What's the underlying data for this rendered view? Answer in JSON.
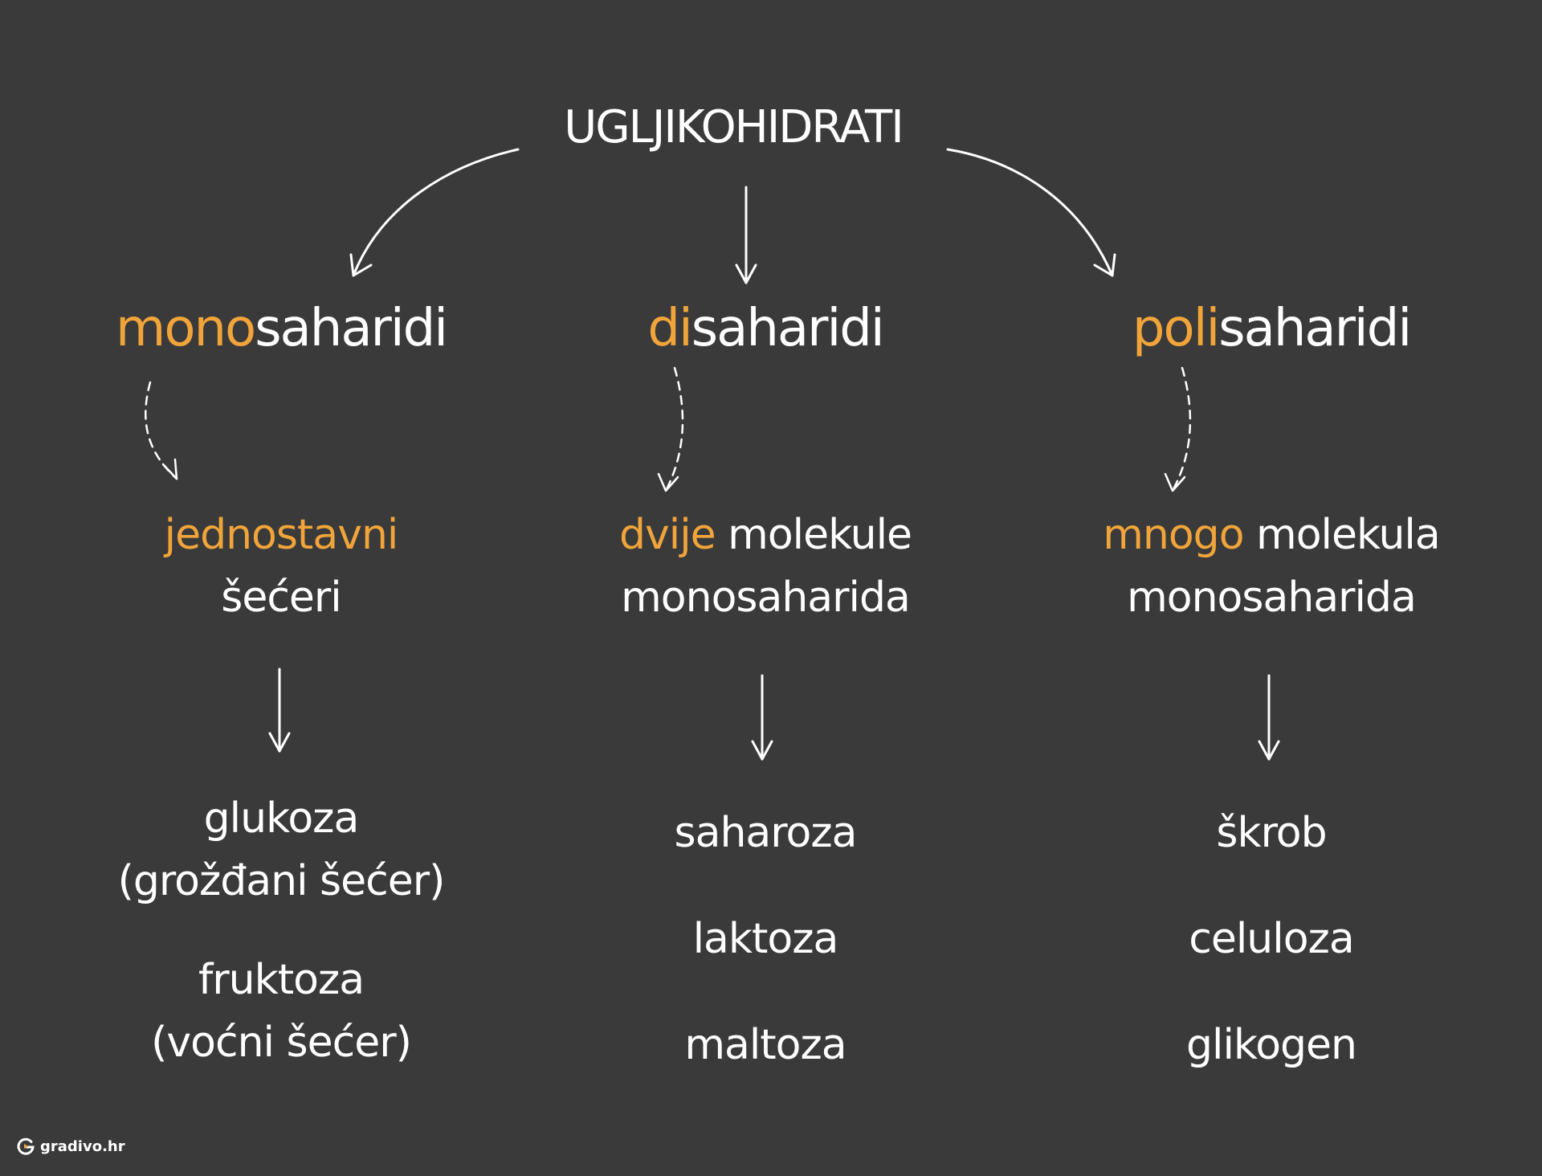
{
  "title": "UGLJIKOHIDRATI",
  "columns": [
    {
      "category_prefix": "mono",
      "category_suffix": "saharidi",
      "desc_line1_accent": "jednostavni",
      "desc_line1_rest": "",
      "desc_line2": "šećeri",
      "examples": [
        "glukoza",
        "(grožđani šećer)",
        "fruktoza",
        "(voćni šećer)"
      ]
    },
    {
      "category_prefix": "di",
      "category_suffix": "saharidi",
      "desc_line1_accent": "dvije",
      "desc_line1_rest": " molekule",
      "desc_line2": "monosaharida",
      "examples": [
        "saharoza",
        "laktoza",
        "maltoza"
      ]
    },
    {
      "category_prefix": "poli",
      "category_suffix": "saharidi",
      "desc_line1_accent": "mnogo",
      "desc_line1_rest": " molekula",
      "desc_line2": "monosaharida",
      "examples": [
        "škrob",
        "celuloza",
        "glikogen"
      ]
    }
  ],
  "logo": {
    "text": "gradivo.hr",
    "icon": "gradivo-logo-icon"
  },
  "colors": {
    "background": "#3a3a3a",
    "accent": "#f0a43a",
    "text": "#ffffff"
  }
}
